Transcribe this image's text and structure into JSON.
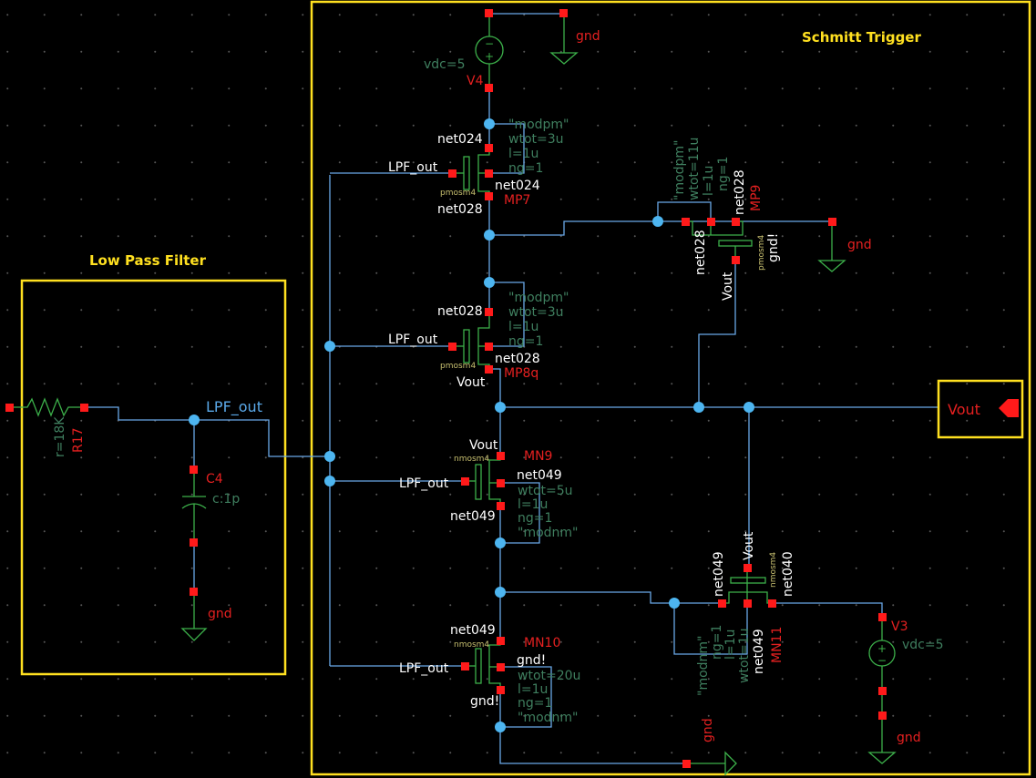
{
  "blocks": {
    "lpf_title": "Low Pass Filter",
    "schmitt_title": "Schmitt Trigger"
  },
  "lpf": {
    "r17": {
      "name": "R17",
      "value": "r=18K"
    },
    "c4": {
      "name": "C4",
      "value": "c:1p",
      "gnd": "gnd"
    },
    "net_label": "LPF_out"
  },
  "v4": {
    "name": "V4",
    "value": "vdc=5",
    "gnd": "gnd"
  },
  "v3": {
    "name": "V3",
    "value": "vdc=5",
    "gnd": "gnd"
  },
  "mp7": {
    "name": "MP7",
    "cell": "pmosm4",
    "gate": "LPF_out",
    "source": "net024",
    "bulk": "net024",
    "drain": "net028",
    "params": [
      "\"modpm\"",
      "wtot=3u",
      "l=1u",
      "ng=1"
    ]
  },
  "mp8": {
    "name": "MP8q",
    "cell": "pmosm4",
    "gate": "LPF_out",
    "source": "net028",
    "bulk": "net028",
    "drain": "Vout",
    "params": [
      "\"modpm\"",
      "wtot=3u",
      "l=1u",
      "ng=1"
    ]
  },
  "mp9": {
    "name": "MP9",
    "cell": "pmosm4",
    "gate": "Vout",
    "source": "net028",
    "bulk": "net028",
    "drain": "gnd!",
    "params": [
      "\"modpm\"",
      "wtot=11u",
      "l=1u",
      "ng=1"
    ],
    "gnd": "gnd"
  },
  "mn9": {
    "name": "MN9",
    "cell": "nmosm4",
    "gate": "LPF_out",
    "drain": "Vout",
    "bulk": "net049",
    "source": "net049",
    "params": [
      "wtot=5u",
      "l=1u",
      "ng=1",
      "\"modnm\""
    ]
  },
  "mn10": {
    "name": "MN10",
    "cell": "nmosm4",
    "gate": "LPF_out",
    "drain": "net049",
    "bulk": "gnd!",
    "source": "gnd!",
    "params": [
      "wtot=20u",
      "l=1u",
      "ng=1",
      "\"modnm\""
    ],
    "gnd": "gnd"
  },
  "mn11": {
    "name": "MN11",
    "cell": "nmosm4",
    "gate": "Vout",
    "source": "net049",
    "bulk": "net049",
    "drain": "net040",
    "params": [
      "\"modnm\"",
      "ng=1",
      "l=1u",
      "wtot=1u"
    ]
  },
  "output_port": "Vout"
}
